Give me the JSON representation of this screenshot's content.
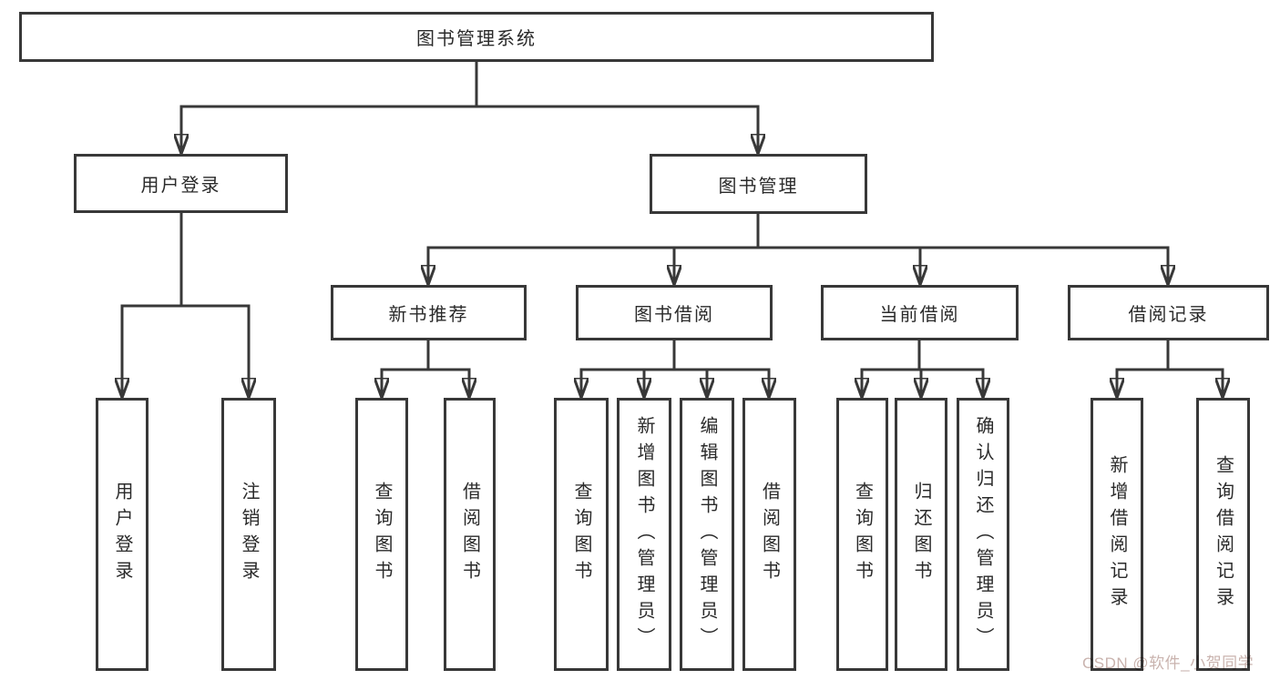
{
  "diagram": {
    "root": {
      "label": "图书管理系统"
    },
    "branches": [
      {
        "label": "用户登录",
        "children": [
          "用户登录",
          "注销登录"
        ]
      },
      {
        "label": "图书管理",
        "groups": [
          {
            "label": "新书推荐",
            "children": [
              "查询图书",
              "借阅图书"
            ]
          },
          {
            "label": "图书借阅",
            "children": [
              "查询图书",
              "新增图书（管理员）",
              "编辑图书（管理员）",
              "借阅图书"
            ]
          },
          {
            "label": "当前借阅",
            "children": [
              "查询图书",
              "归还图书",
              "确认归还（管理员）"
            ]
          },
          {
            "label": "借阅记录",
            "children": [
              "新增借阅记录",
              "查询借阅记录"
            ]
          }
        ]
      }
    ]
  },
  "watermark": {
    "text": "CSDN @软件_小贺同学"
  },
  "colors": {
    "line": "#383838",
    "text": "#2a2a2a",
    "box_background": "#ffffff",
    "watermark": "#c9b3ae",
    "background": "#ffffff"
  }
}
